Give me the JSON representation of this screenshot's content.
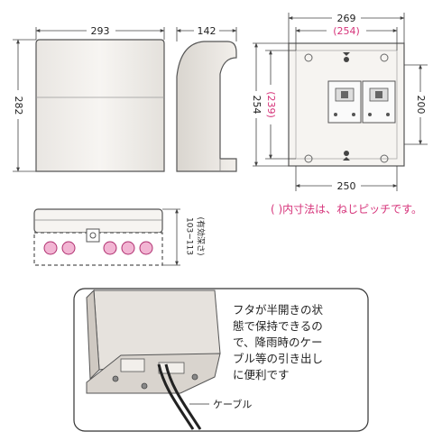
{
  "front_view": {
    "width_label": "293",
    "height_label": "282"
  },
  "side_view": {
    "depth_label": "142"
  },
  "back_view": {
    "width_label": "269",
    "pitch_width_label": "(254)",
    "height_label": "254",
    "pitch_height_label": "(239)",
    "inner_height_label": "200",
    "base_width_label": "250"
  },
  "bottom_view": {
    "depth_label_line1": "103~113",
    "depth_label_line2": "(有効深さ)"
  },
  "note": "( )内寸法は、ねじピッチです。",
  "callout": {
    "lines": [
      "フタが半開きの状",
      "態で保持できるの",
      "で、降雨時のケー",
      "ブル等の引き出し",
      "に便利です"
    ]
  },
  "cable_label": "ケーブル",
  "colors": {
    "accent": "#d6337a",
    "hole_fill": "#f2b5d3",
    "body_fill": "#f4f2ef",
    "line": "#555555"
  }
}
